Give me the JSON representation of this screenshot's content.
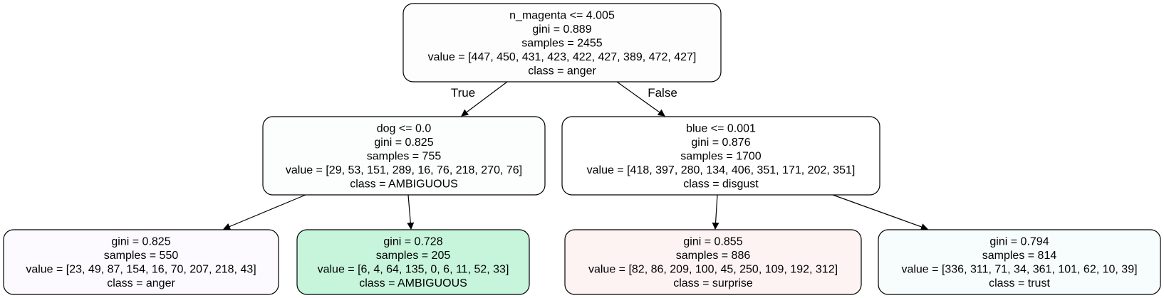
{
  "nodes": [
    {
      "id": "root",
      "fill": "#fdfdfd",
      "lines": [
        "n_magenta <= 4.005",
        "gini = 0.889",
        "samples = 2455",
        "value = [447, 450, 431, 423, 422, 427, 389, 472, 427]",
        "class = anger"
      ]
    },
    {
      "id": "left",
      "fill": "#fbfefd",
      "lines": [
        "dog <= 0.0",
        "gini = 0.825",
        "samples = 755",
        "value = [29, 53, 151, 289, 16, 76, 218, 270, 76]",
        "class = AMBIGUOUS"
      ]
    },
    {
      "id": "right",
      "fill": "#ffffff",
      "lines": [
        "blue <= 0.001",
        "gini = 0.876",
        "samples = 1700",
        "value = [418, 397, 280, 134, 406, 351, 171, 202, 351]",
        "class = disgust"
      ]
    },
    {
      "id": "leaf1",
      "fill": "#fcfafe",
      "lines": [
        "gini = 0.825",
        "samples = 550",
        "value = [23, 49, 87, 154, 16, 70, 207, 218, 43]",
        "class = anger"
      ]
    },
    {
      "id": "leaf2",
      "fill": "#c6f5db",
      "lines": [
        "gini = 0.728",
        "samples = 205",
        "value = [6, 4, 64, 135, 0, 6, 11, 52, 33]",
        "class = AMBIGUOUS"
      ]
    },
    {
      "id": "leaf3",
      "fill": "#fdf3f3",
      "lines": [
        "gini = 0.855",
        "samples = 886",
        "value = [82, 86, 209, 100, 45, 250, 109, 192, 312]",
        "class = surprise"
      ]
    },
    {
      "id": "leaf4",
      "fill": "#f7fdfd",
      "lines": [
        "gini = 0.794",
        "samples = 814",
        "value = [336, 311, 71, 34, 361, 101, 62, 10, 39]",
        "class = trust"
      ]
    }
  ],
  "edges": [
    {
      "from": "root",
      "to": "left",
      "label": "True"
    },
    {
      "from": "root",
      "to": "right",
      "label": "False"
    },
    {
      "from": "left",
      "to": "leaf1",
      "label": ""
    },
    {
      "from": "left",
      "to": "leaf2",
      "label": ""
    },
    {
      "from": "right",
      "to": "leaf3",
      "label": ""
    },
    {
      "from": "right",
      "to": "leaf4",
      "label": ""
    }
  ]
}
